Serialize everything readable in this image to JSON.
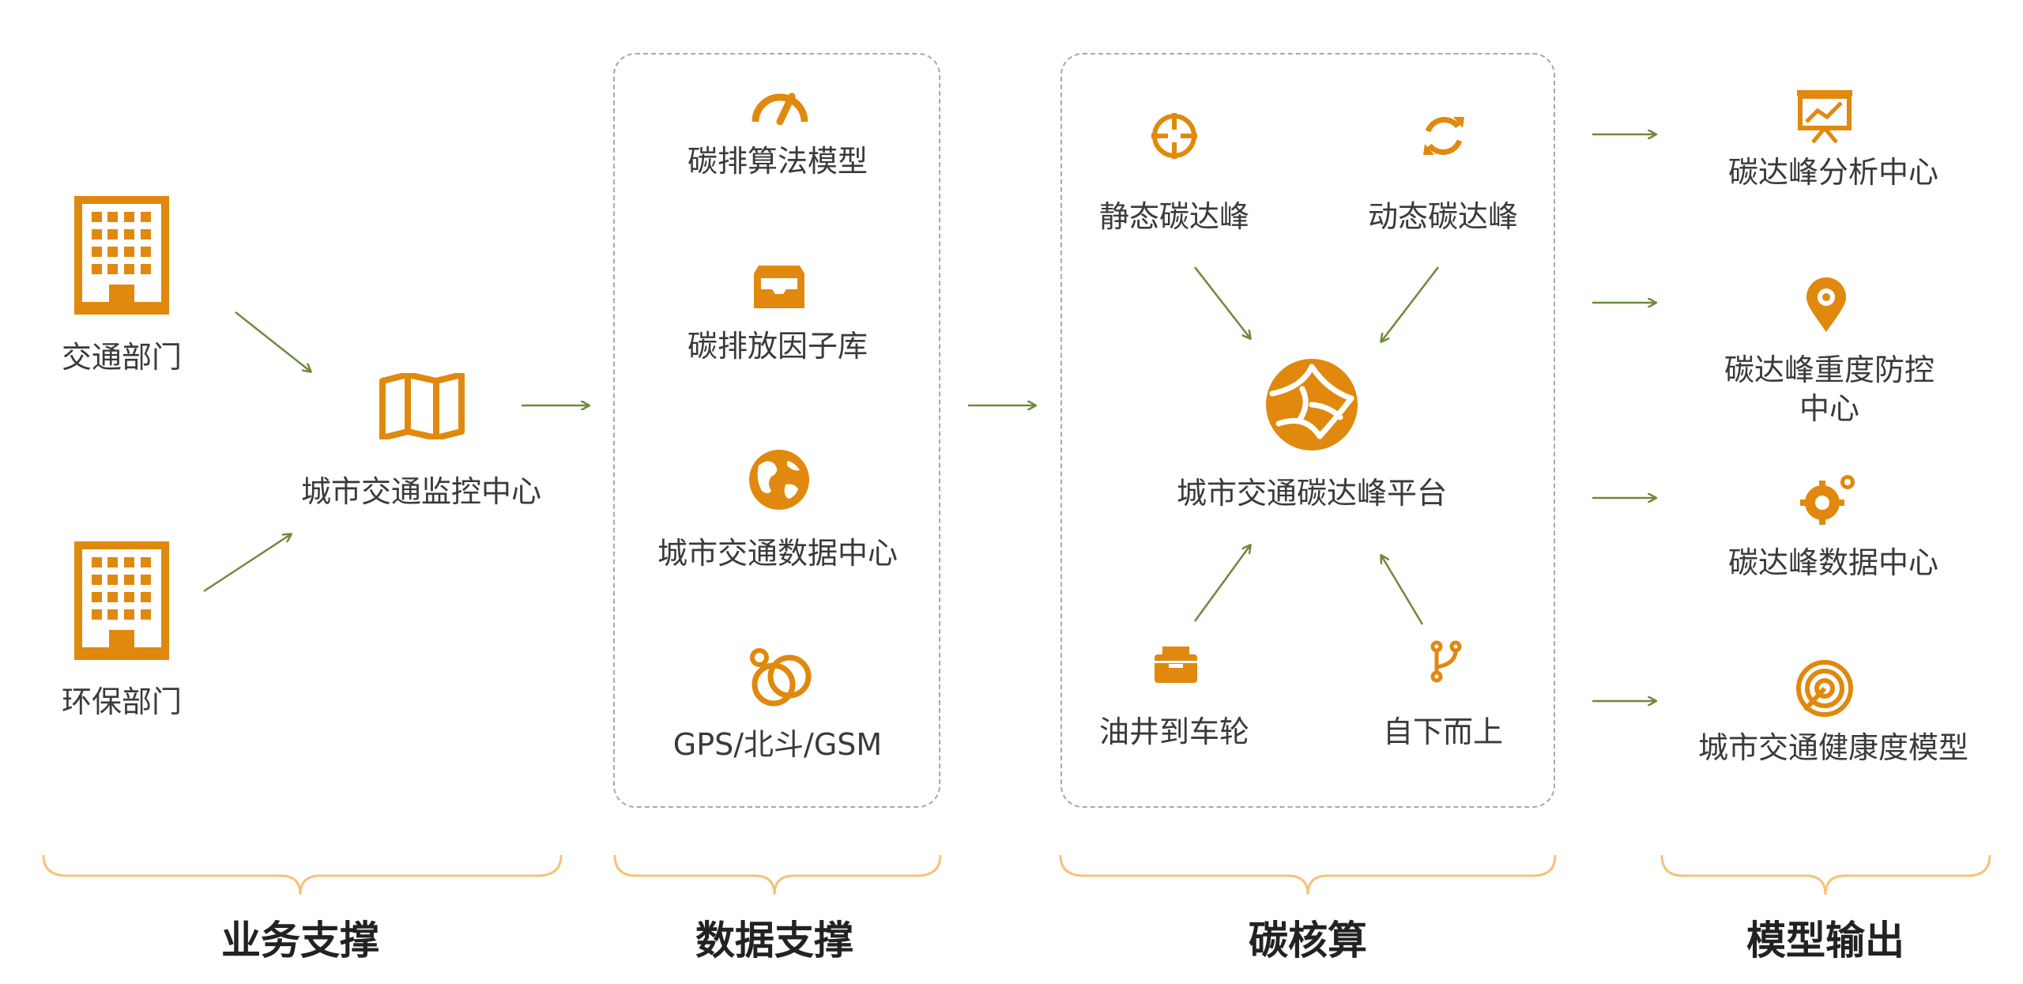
{
  "colors": {
    "accent": "#e0890e",
    "arrow": "#6d8a3a",
    "brace": "#f3c377",
    "dash": "#a8a8a8"
  },
  "business": {
    "nodes": [
      {
        "label": "交通部门",
        "icon": "building-icon"
      },
      {
        "label": "环保部门",
        "icon": "building-icon"
      }
    ],
    "hub": {
      "label": "城市交通监控中心",
      "icon": "folded-map-icon"
    },
    "category": "业务支撑"
  },
  "data_support": {
    "items": [
      {
        "label": "碳排算法模型",
        "icon": "speedometer-icon"
      },
      {
        "label": "碳排放因子库",
        "icon": "inbox-tray-icon"
      },
      {
        "label": "城市交通数据中心",
        "icon": "globe-icon"
      },
      {
        "label": "GPS/北斗/GSM",
        "icon": "rings-icon"
      }
    ],
    "category": "数据支撑"
  },
  "carbon": {
    "center": {
      "label": "城市交通碳达峰平台",
      "icon": "network-globe-icon"
    },
    "inputs": [
      {
        "label": "静态碳达峰",
        "icon": "crosshair-icon"
      },
      {
        "label": "动态碳达峰",
        "icon": "refresh-icon"
      },
      {
        "label": "油井到车轮",
        "icon": "toolbox-icon"
      },
      {
        "label": "自下而上",
        "icon": "branch-icon"
      }
    ],
    "category": "碳核算"
  },
  "outputs": {
    "items": [
      {
        "label": "碳达峰分析中心",
        "icon": "presentation-board-icon"
      },
      {
        "label": "碳达峰重度防控中心",
        "icon": "location-pin-icon"
      },
      {
        "label": "碳达峰数据中心",
        "icon": "gears-icon"
      },
      {
        "label": "城市交通健康度模型",
        "icon": "target-icon"
      }
    ],
    "category": "模型输出"
  }
}
